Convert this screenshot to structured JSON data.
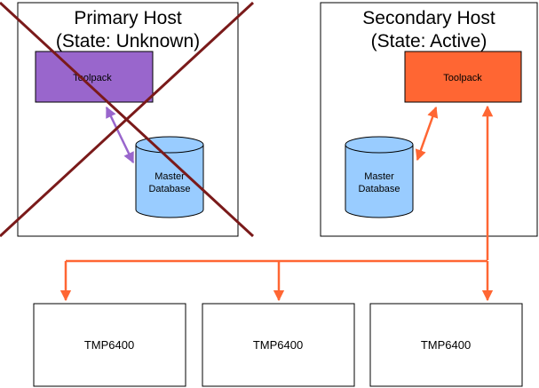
{
  "primary_host": {
    "title": "Primary Host",
    "state": "(State: Unknown)",
    "toolpack": "Toolpack",
    "db_line1": "Master",
    "db_line2": "Database"
  },
  "secondary_host": {
    "title": "Secondary Host",
    "state": "(State: Active)",
    "toolpack": "Toolpack",
    "db_line1": "Master",
    "db_line2": "Database"
  },
  "devices": [
    {
      "label": "TMP6400"
    },
    {
      "label": "TMP6400"
    },
    {
      "label": "TMP6400"
    }
  ],
  "colors": {
    "primary_toolpack": "#9966cc",
    "secondary_toolpack": "#ff6633",
    "database_fill": "#99ccff",
    "failed_cross": "#7a1a1a",
    "primary_link": "#9966cc",
    "active_link": "#ff6633"
  }
}
